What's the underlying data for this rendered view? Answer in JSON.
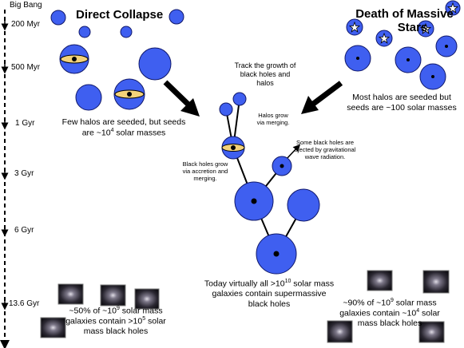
{
  "timeline": {
    "start_label": "Big Bang",
    "ticks": [
      "200 Myr",
      "500 Myr",
      "1 Gyr",
      "3 Gyr",
      "6 Gyr",
      "13.6 Gyr"
    ]
  },
  "left": {
    "title": "Direct Collapse",
    "caption_line1": "Few halos are seeded, but seeds",
    "caption_line2_pre": "are ~10",
    "caption_line2_sup": "4",
    "caption_line2_post": " solar masses",
    "bottom_line1_pre": "~50% of ~10",
    "bottom_line1_sup": "9",
    "bottom_line1_post": " solar mass",
    "bottom_line2_pre": "galaxies contain >10",
    "bottom_line2_sup": "5",
    "bottom_line2_post": " solar",
    "bottom_line3": "mass black holes"
  },
  "right": {
    "title_line1": "Death of Massive",
    "title_line2": "Stars",
    "caption_line1": "Most halos are seeded but",
    "caption_line2": "seeds are ~100 solar masses",
    "bottom_line1_pre": "~90% of ~10",
    "bottom_line1_sup": "9",
    "bottom_line1_post": " solar mass",
    "bottom_line2_pre": "galaxies contain ~10",
    "bottom_line2_sup": "4",
    "bottom_line2_post": " solar",
    "bottom_line3": "mass black holes"
  },
  "center": {
    "track_line1": "Track the growth of",
    "track_line2": "black holes and",
    "track_line3": "halos",
    "merge_line1": "Halos grow",
    "merge_line2": "via merging.",
    "eject_line1": "Some black holes are",
    "eject_line2": "ejected by gravitational",
    "eject_line3": "wave radiation.",
    "accrete_line1": "Black holes grow",
    "accrete_line2": "via accretion and",
    "accrete_line3": "merging.",
    "today_line1_pre": "Today virtually all >10",
    "today_line1_sup": "10",
    "today_line1_post": " solar mass",
    "today_line2": "galaxies contain supermassive",
    "today_line3": "black holes"
  },
  "colors": {
    "halo_fill": "#3f5ff0",
    "halo_stroke": "#10186a",
    "disk": "#f3d27a",
    "black_hole": "#000000"
  }
}
